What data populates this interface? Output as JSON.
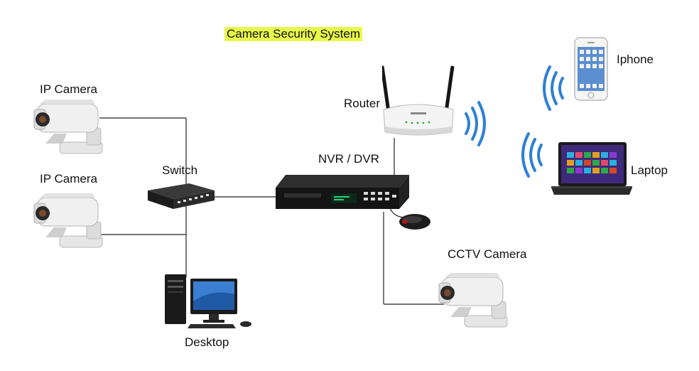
{
  "title": "Camera Security System",
  "colors": {
    "title_highlight": "#e8f84a",
    "line": "#222222",
    "wifi": "#2e7fd6",
    "device_dark": "#1e1e1e",
    "device_light": "#f2f2f2"
  },
  "devices": {
    "ip_camera_1": {
      "label": "IP Camera",
      "icon": "ip-camera-icon"
    },
    "ip_camera_2": {
      "label": "IP Camera",
      "icon": "ip-camera-icon"
    },
    "switch": {
      "label": "Switch",
      "icon": "network-switch-icon"
    },
    "desktop": {
      "label": "Desktop",
      "icon": "desktop-computer-icon"
    },
    "nvr": {
      "label": "NVR / DVR",
      "icon": "nvr-recorder-icon"
    },
    "mouse": {
      "icon": "mouse-icon"
    },
    "router": {
      "label": "Router",
      "icon": "wifi-router-icon"
    },
    "iphone": {
      "label": "Iphone",
      "icon": "smartphone-icon"
    },
    "laptop": {
      "label": "Laptop",
      "icon": "laptop-icon"
    },
    "cctv_camera": {
      "label": "CCTV Camera",
      "icon": "cctv-camera-icon"
    }
  }
}
